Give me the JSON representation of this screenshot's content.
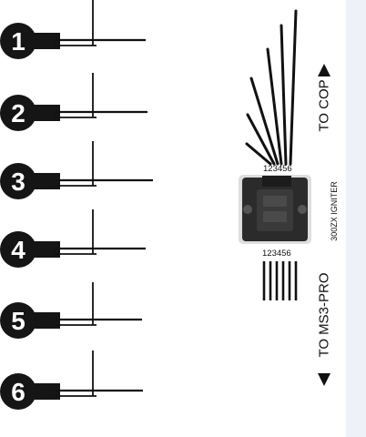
{
  "coil_markers": [
    "1",
    "2",
    "3",
    "4",
    "5",
    "6"
  ],
  "igniter": {
    "pin_numbers_top": "123456",
    "pin_numbers_bottom": "123456",
    "module_label": "300ZX IGNITER"
  },
  "labels": {
    "to_cop": "TO COP",
    "to_ms3": "TO MS3-PRO"
  },
  "colors": {
    "marker_fill": "#151515",
    "marker_text": "#ffffff",
    "wire": "#111111",
    "igniter_body": "#2b2b2b",
    "side_panel": "#eef2f8"
  }
}
